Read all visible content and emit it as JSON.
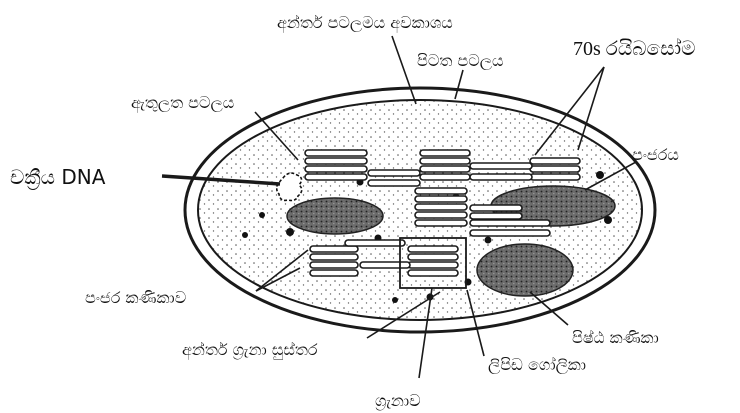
{
  "labels": {
    "intermembrane_space": "අන්තර් පටලමය අවකාශය",
    "outer_membrane": "පිටත පටලය",
    "ribosomes": "70s රයිබසෝම",
    "inner_membrane": "ඇතුලත පටලය",
    "circular_dna": "චක්‍රීය DNA",
    "stroma": "පංජරය",
    "stroma_lamellae": "පංජර කණිකාව",
    "starch_grain": "පිෂ්ඨ කණිකා",
    "intergranal_lamellae": "අන්තර් ග්‍රැනා සුස්තර",
    "lipid_droplet": "ලිපිඩ ගෝලිකා",
    "granum": "ග්‍රැනාව"
  }
}
